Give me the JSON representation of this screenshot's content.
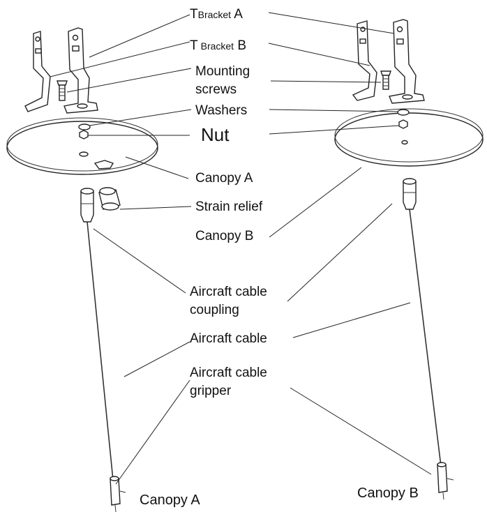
{
  "labels": {
    "t_bracket_a": {
      "prefix": "T",
      "small": "Bracket",
      "suffix": " A"
    },
    "t_bracket_b": {
      "prefix": "T",
      "small": "Bracket",
      "suffix": " B"
    },
    "mounting_screws_line1": "Mounting",
    "mounting_screws_line2": "screws",
    "washers": "Washers",
    "nut": "Nut",
    "canopy_a": "Canopy A",
    "strain_relief": "Strain relief",
    "canopy_b": "Canopy B",
    "coupling_line1": "Aircraft cable",
    "coupling_line2": "coupling",
    "aircraft_cable": "Aircraft cable",
    "gripper_line1": "Aircraft cable",
    "gripper_line2": "gripper",
    "bottom_canopy_a": "Canopy A",
    "bottom_canopy_b": "Canopy B"
  }
}
